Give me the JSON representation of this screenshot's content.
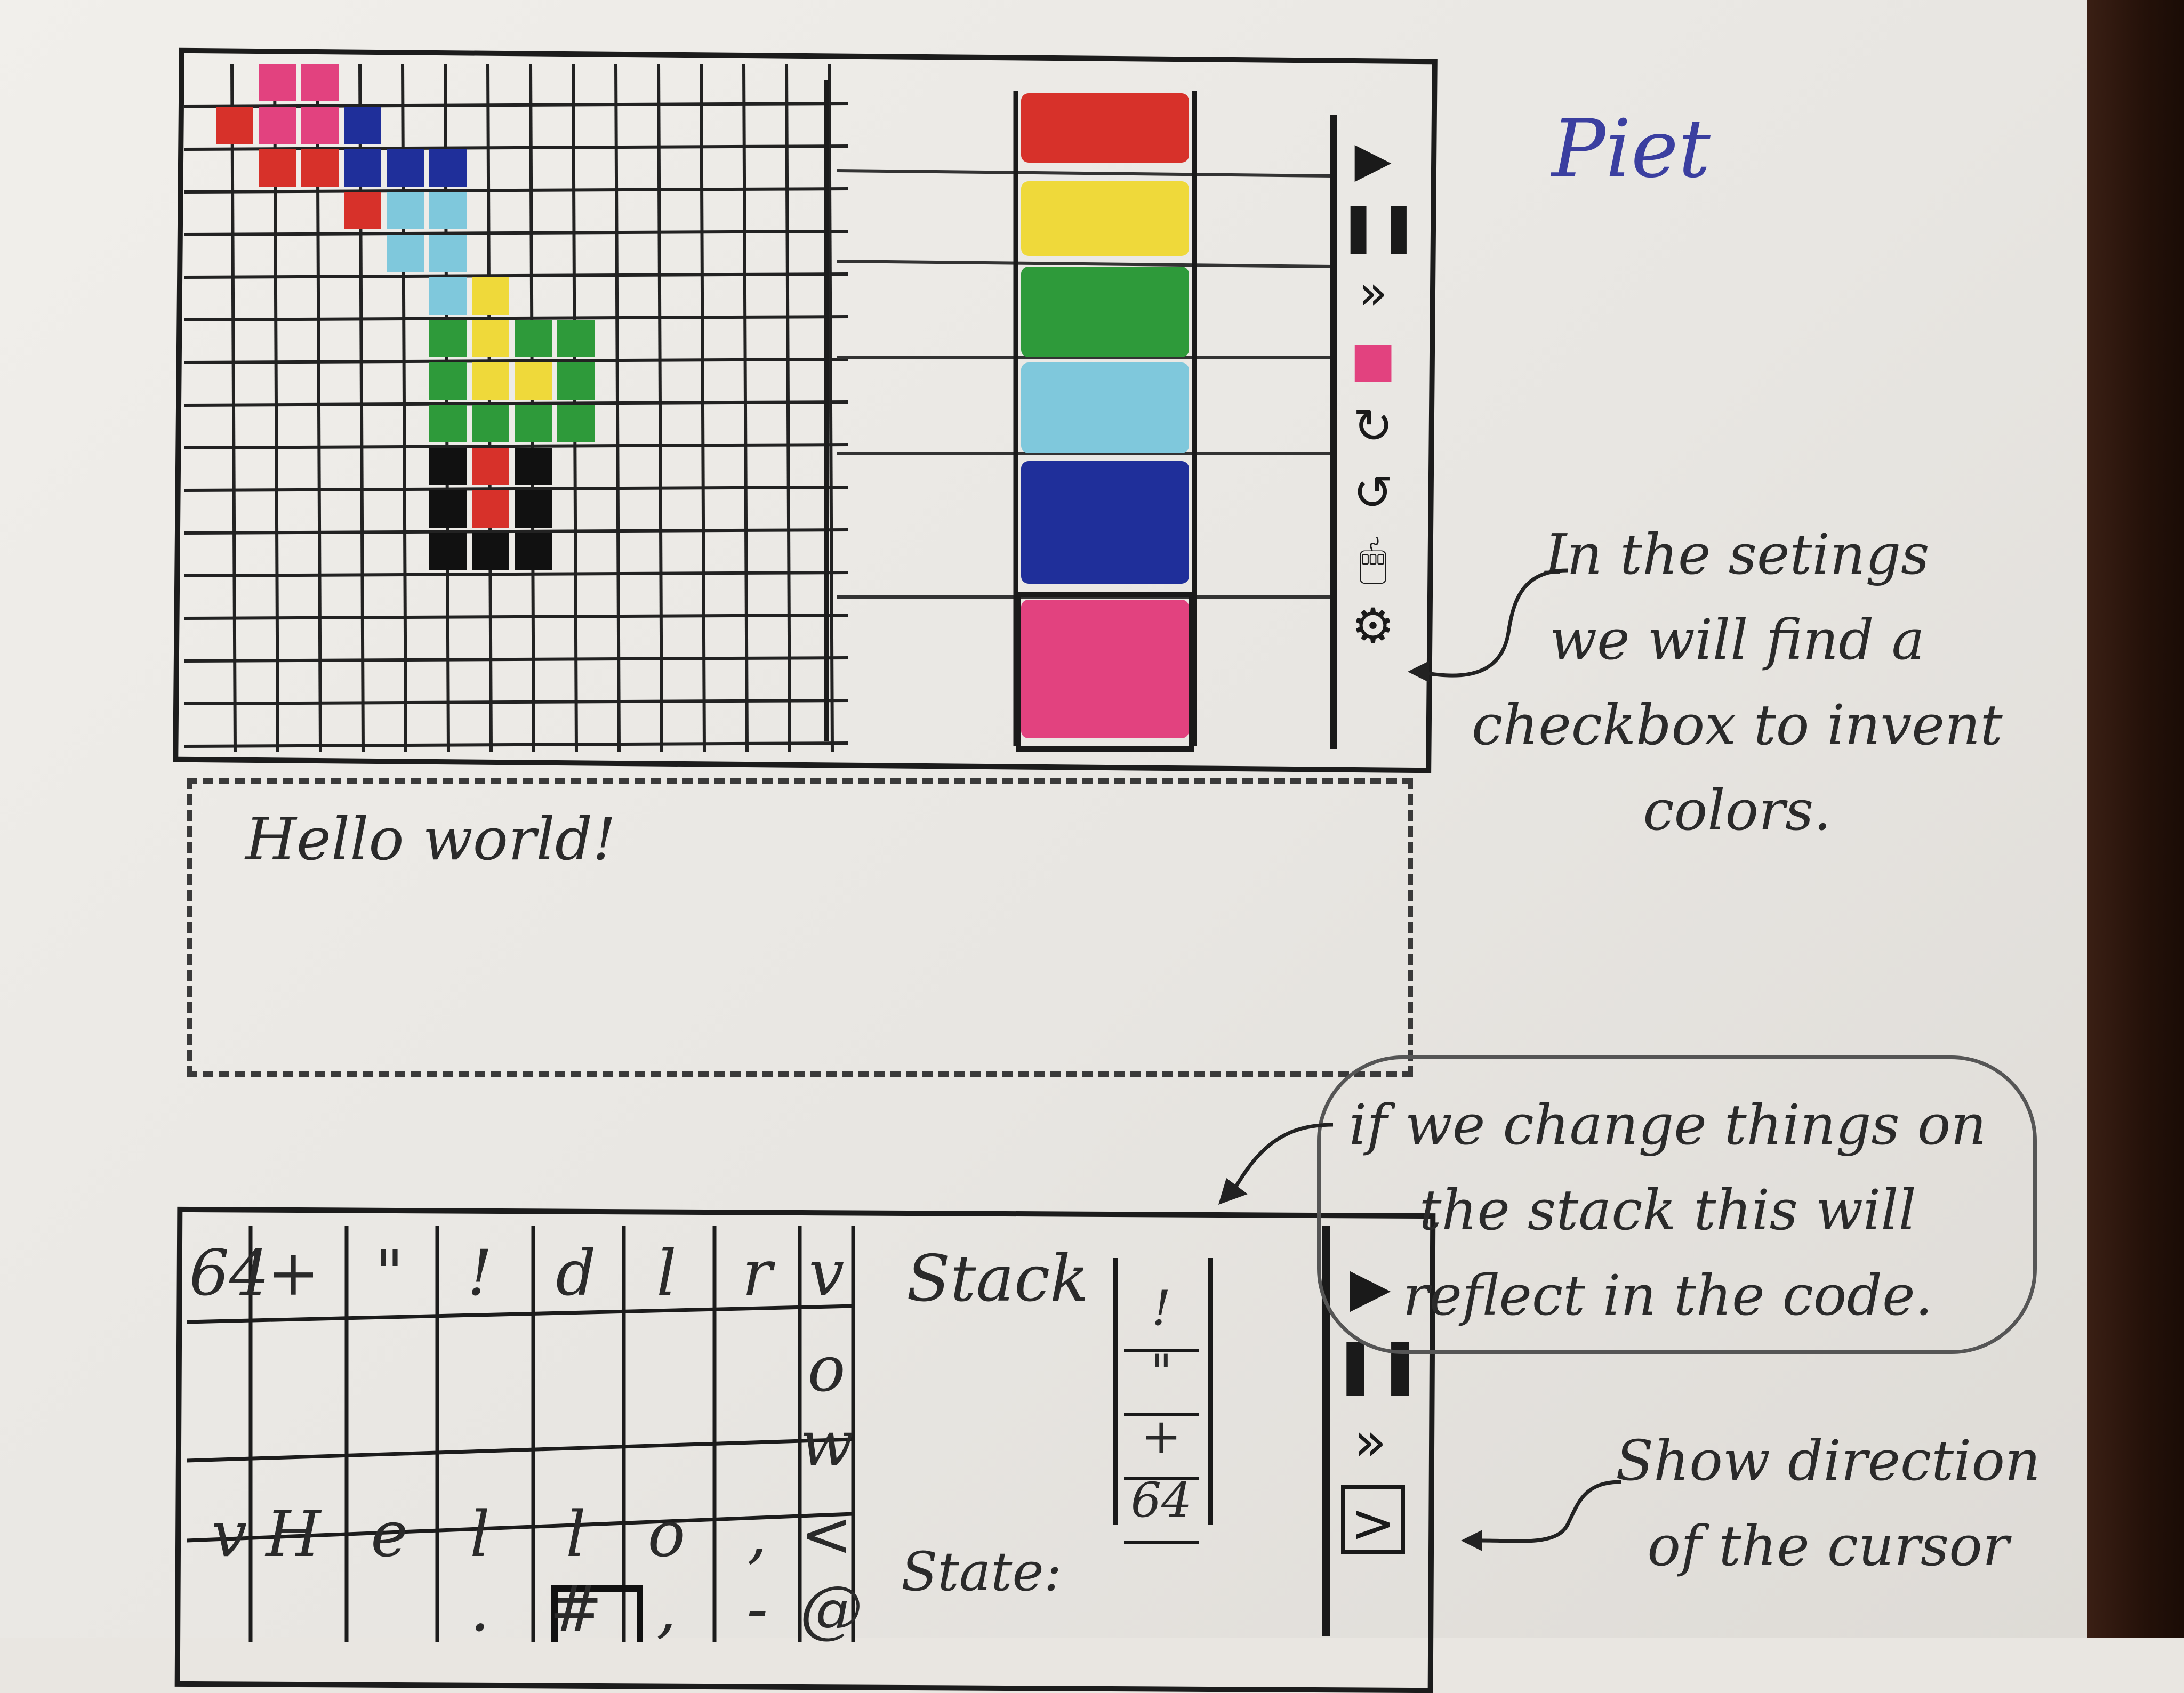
{
  "piet_sketch": {
    "title": "Piet",
    "palette": [
      {
        "name": "red",
        "color": "#d7312a"
      },
      {
        "name": "yellow",
        "color": "#efd93a"
      },
      {
        "name": "green",
        "color": "#2e9a3a"
      },
      {
        "name": "light-blue",
        "color": "#7fc8dc"
      },
      {
        "name": "dark-blue",
        "color": "#1f2f9a"
      },
      {
        "name": "magenta",
        "color": "#e2427f"
      }
    ],
    "toolbar_icons": [
      "play-icon",
      "pause-icon",
      "fast-forward-icon",
      "color-square-icon",
      "rotate-clockwise-icon",
      "rotate-counterclockwise-icon",
      "mouse-icon",
      "settings-gear-icon"
    ],
    "output_text": "Hello world!",
    "settings_note": "In the setings\nwe will find a\ncheckbox to invent\ncolors."
  },
  "befunge_sketch": {
    "grid_rows": [
      [
        "64",
        "+",
        "\"",
        "!",
        "d",
        "l",
        "r",
        "v"
      ],
      [
        "",
        "",
        "",
        "",
        "",
        "",
        "",
        "o"
      ],
      [
        "",
        "",
        "",
        "",
        "",
        "",
        "",
        "w"
      ],
      [
        "v",
        "H",
        "e",
        "l",
        "l",
        "o",
        ",",
        "<"
      ],
      [
        "",
        "",
        "",
        ".",
        "#",
        ",",
        "-",
        "@"
      ]
    ],
    "stack_label": "Stack",
    "stack_values": [
      "!",
      "\"",
      "+",
      "64"
    ],
    "state_label": "State:",
    "toolbar_icons": [
      "play-icon",
      "pause-icon",
      "fast-forward-icon",
      "cursor-direction-icon"
    ],
    "cursor_direction_symbol": ">",
    "stack_note": "if we change things on\nthe stack this will\nreflect in the code.",
    "direction_note": "Show direction\nof the cursor"
  }
}
